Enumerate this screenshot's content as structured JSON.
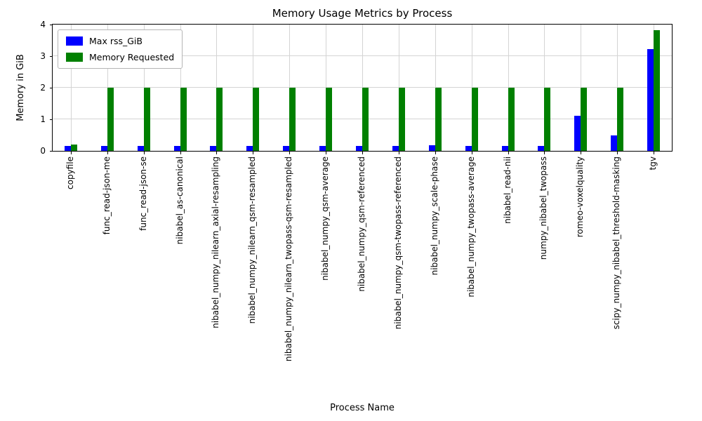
{
  "chart_data": {
    "type": "bar",
    "title": "Memory Usage Metrics by Process",
    "xlabel": "Process Name",
    "ylabel": "Memory in GiB",
    "ylim": [
      0,
      4
    ],
    "yticks": [
      0,
      1,
      2,
      3,
      4
    ],
    "grid": true,
    "legend_position": "upper left",
    "categories": [
      "copyfile",
      "func_read-json-me",
      "func_read-json-se",
      "nibabel_as-canonical",
      "nibabel_numpy_nilearn_axial-resampling",
      "nibabel_numpy_nilearn_qsm-resampled",
      "nibabel_numpy_nilearn_twopass-qsm-resampled",
      "nibabel_numpy_qsm-average",
      "nibabel_numpy_qsm-referenced",
      "nibabel_numpy_qsm-twopass-referenced",
      "nibabel_numpy_scale-phase",
      "nibabel_numpy_twopass-average",
      "nibabel_read-nii",
      "numpy_nibabel_twopass",
      "romeo-voxelquality",
      "scipy_numpy_nibabel_threshold-masking",
      "tgv"
    ],
    "series": [
      {
        "name": "Max rss_GiB",
        "color": "#0000ff",
        "values": [
          0.15,
          0.15,
          0.15,
          0.16,
          0.16,
          0.16,
          0.16,
          0.15,
          0.15,
          0.15,
          0.17,
          0.16,
          0.15,
          0.15,
          1.12,
          0.48,
          3.22
        ]
      },
      {
        "name": "Memory Requested",
        "color": "#008000",
        "values": [
          0.2,
          2.0,
          2.0,
          2.0,
          2.0,
          2.0,
          2.0,
          2.0,
          2.0,
          2.0,
          2.0,
          2.0,
          2.0,
          2.0,
          2.0,
          2.0,
          3.82
        ]
      }
    ]
  }
}
